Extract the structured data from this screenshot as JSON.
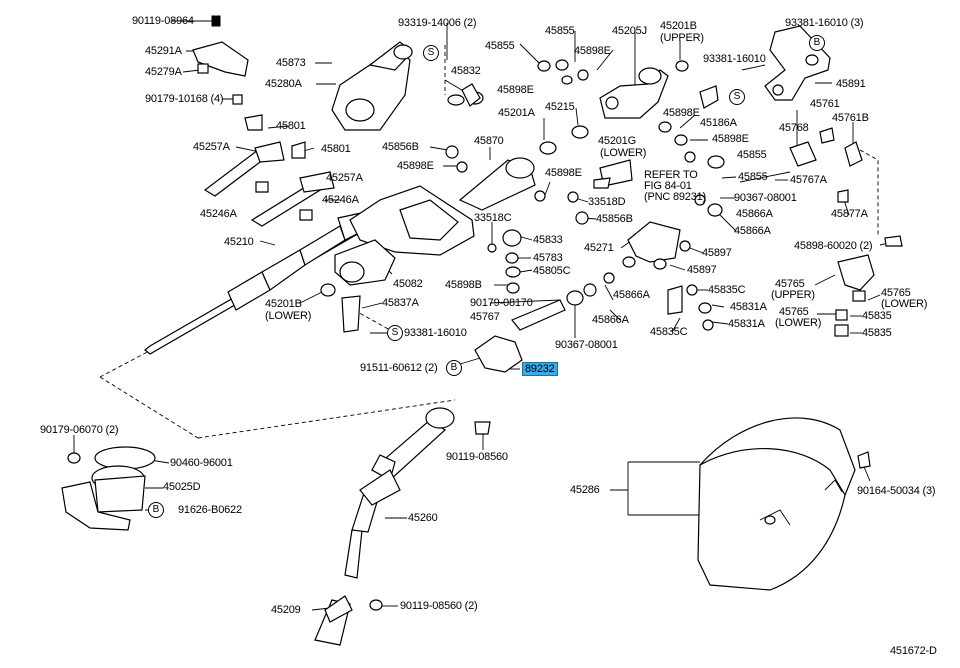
{
  "labels": {
    "l01": "90119-08964",
    "l02": "45291A",
    "l03": "45279A",
    "l04": "90179-10168 (4)",
    "l05": "45873",
    "l06": "45280A",
    "l07": "93319-14006 (2)",
    "l08": "45832",
    "l09": "45855",
    "l10": "45898E",
    "l11": "45898E",
    "l12": "45855",
    "l13": "45205J",
    "l14": "45201B",
    "l15": "(UPPER)",
    "l16": "93381-16010",
    "l17": "93381-16010 (3)",
    "l18": "45891",
    "l19": "45801",
    "l20": "45257A",
    "l21": "45801",
    "l22": "45201A",
    "l23": "45215",
    "l24": "45898E",
    "l25": "45186A",
    "l26": "45761",
    "l27": "45761B",
    "l28": "45768",
    "l29": "45898E",
    "l30": "45856B",
    "l31": "45870",
    "l32": "45201G",
    "l33": "(LOWER)",
    "l34": "45855",
    "l35": "45898E",
    "l36": "45257A",
    "l37": "45855",
    "l38": "45767A",
    "l39": "45898E",
    "l40": "REFER TO",
    "l41": "FIG 84-01",
    "l42": "(PNC 89231)",
    "l43": "45246A",
    "l44": "45246A",
    "l45": "90367-08001",
    "l46": "45866A",
    "l47": "45877A",
    "l48": "45866A",
    "l49": "33518D",
    "l50": "45856B",
    "l51": "33518C",
    "l52": "45210",
    "l53": "45833",
    "l54": "45271",
    "l55": "45897",
    "l56": "45898-60020 (2)",
    "l57": "45783",
    "l58": "45805C",
    "l59": "45897",
    "l60": "45082",
    "l61": "45898B",
    "l62": "45835C",
    "l63": "45765",
    "l64": "(UPPER)",
    "l65": "45765",
    "l66": "(LOWER)",
    "l67": "45201B",
    "l68": "(LOWER)",
    "l69": "45837A",
    "l70": "90179-08170",
    "l71": "45866A",
    "l72": "45831A",
    "l73": "45767",
    "l74": "45866A",
    "l75": "45831A",
    "l76": "45765",
    "l77": "(LOWER)",
    "l78": "45835",
    "l79": "93381-16010",
    "l80": "45835C",
    "l81": "45835",
    "l82": "90367-08001",
    "l83": "91511-60612 (2)",
    "l84": "89232",
    "l85": "90179-06070 (2)",
    "l86": "90460-96001",
    "l87": "90119-08560",
    "l88": "45025D",
    "l89": "91626-B0622",
    "l90": "45286",
    "l91": "90164-50034 (3)",
    "l92": "45260",
    "l93": "45209",
    "l94": "90119-08560 (2)",
    "l95": "451672-D"
  },
  "markers": {
    "s1": "S",
    "s2": "S",
    "s3": "S",
    "b1": "B",
    "b2": "B",
    "b3": "B"
  },
  "highlight": {
    "part": "89232",
    "color": "#39a9e8"
  }
}
